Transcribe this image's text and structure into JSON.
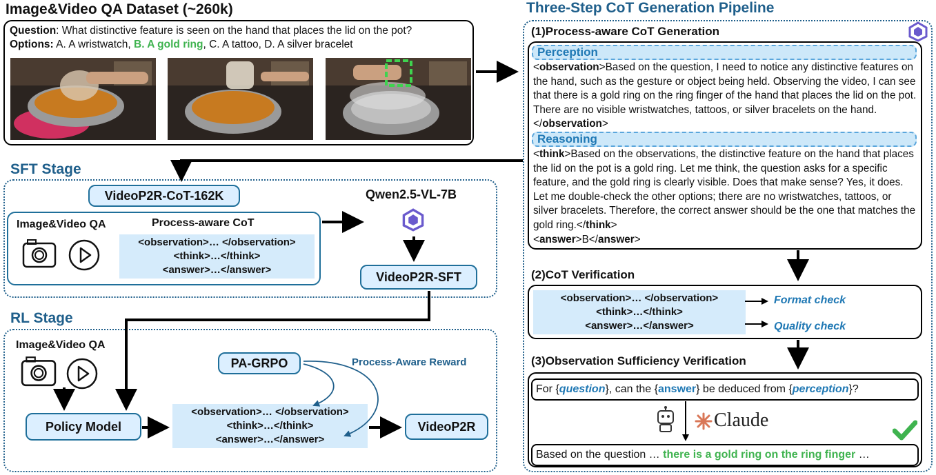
{
  "dataset": {
    "title": "Image&Video QA Dataset (~260k)",
    "question_label": "Question",
    "question_text": ": What distinctive feature is seen on the hand that places the lid on the pot?",
    "options_label": "Options:",
    "option_a": " A. A wristwatch, ",
    "option_b": "B. A gold ring",
    "option_rest": ", C. A tattoo, D. A silver bracelet"
  },
  "pipeline": {
    "title": "Three-Step CoT Generation Pipeline",
    "step1_title": "(1)Process-aware CoT Generation",
    "perception_label": "Perception",
    "observation_open": "observation",
    "observation_text": "Based on the question, I need to notice any distinctive features on the hand, such as the gesture or object being held. Observing the video, I can see that there is a gold ring on the ring finger of the hand that places the lid on the pot. There are no visible wristwatches, tattoos, or silver bracelets on the hand.</",
    "observation_close": "observation",
    "reasoning_label": "Reasoning",
    "think_open": "think",
    "think_text": "Based on the observations, the distinctive feature on the hand that places the lid on the pot is a gold ring. Let me think, the question asks for a specific feature, and the gold ring is clearly visible. Does that make sense? Yes, it does. Let me double-check the other options; there are no wristwatches, tattoos, or silver bracelets. Therefore, the correct answer should be the one that matches the gold ring.</",
    "think_close": "think",
    "answer_open": "answer",
    "answer_value": "B</",
    "answer_close": "answer",
    "step2_title": "(2)CoT Verification",
    "format_check": "Format check",
    "quality_check": "Quality check",
    "step3_title": "(3)Observation Sufficiency Verification",
    "q_for": "For {",
    "q_question": "question",
    "q_mid1": "}, can the {",
    "q_answer": "answer",
    "q_mid2": "} be deduced from {",
    "q_perception": "perception",
    "q_end": "}?",
    "claude_label": "Claude",
    "result_prefix": "Based on the question … ",
    "result_green": "there is a gold ring on the ring finger",
    "result_suffix": " …"
  },
  "tags": {
    "observation": "<observation>… </observation>",
    "think": "<think>…</think>",
    "answer": "<answer>…</answer>"
  },
  "sft": {
    "title": "SFT Stage",
    "dataset_name": "VideoP2R-CoT-162K",
    "qa_label": "Image&Video QA",
    "cot_label": "Process-aware CoT",
    "model_name": "Qwen2.5-VL-7B",
    "output_model": "VideoP2R-SFT"
  },
  "rl": {
    "title": "RL Stage",
    "qa_label": "Image&Video QA",
    "algo": "PA-GRPO",
    "reward": "Process-Aware Reward",
    "policy": "Policy Model",
    "output": "VideoP2R"
  },
  "colors": {
    "stage_blue": "#1f5f8b",
    "highlight_green": "#3fb34f",
    "tag_bg": "#d5ebfb"
  }
}
